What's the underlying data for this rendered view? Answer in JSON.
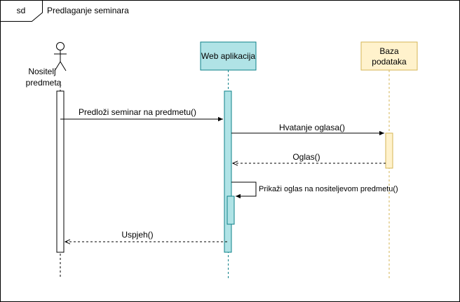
{
  "frame": {
    "tag": "sd",
    "title": "Predlaganje seminara"
  },
  "participants": {
    "actor": {
      "label_line1": "Nositelj",
      "label_line2": "predmeta"
    },
    "web_app": {
      "label": "Web aplikacija",
      "fill": "#b0e3e6",
      "stroke": "#0e8088"
    },
    "database": {
      "label_line1": "Baza",
      "label_line2": "podataka",
      "fill": "#fff2cc",
      "stroke": "#d6b656"
    }
  },
  "messages": {
    "m1": {
      "label": "Predloži seminar na predmetu()",
      "kind": "sync"
    },
    "m2": {
      "label": "Hvatanje oglasa()",
      "kind": "sync"
    },
    "m3": {
      "label": "Oglas()",
      "kind": "return"
    },
    "m4": {
      "label": "Prikaži oglas na nositeljevom predmetu()",
      "kind": "self"
    },
    "m5": {
      "label": "Uspjeh()",
      "kind": "return"
    }
  }
}
